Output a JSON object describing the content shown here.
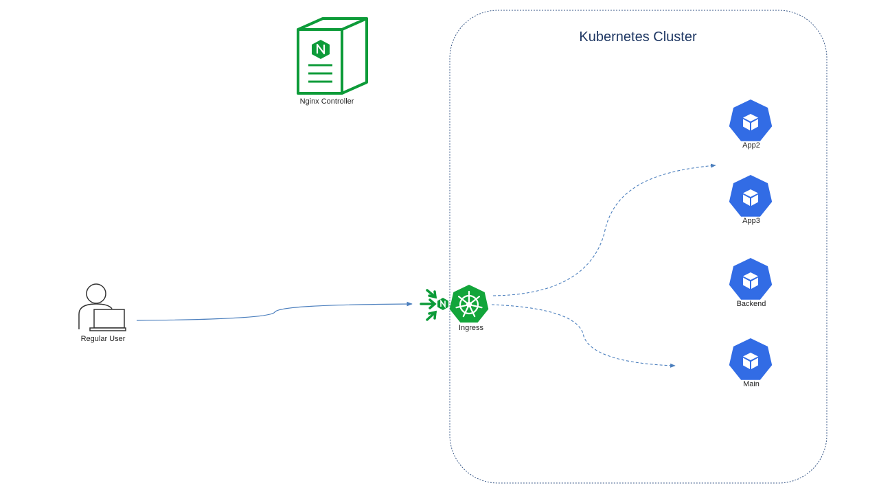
{
  "cluster": {
    "title": "Kubernetes Cluster"
  },
  "nodes": {
    "controller": {
      "label": "Nginx Controller"
    },
    "user": {
      "label": "Regular User"
    },
    "ingress": {
      "label": "Ingress"
    },
    "services": [
      {
        "label": "App2"
      },
      {
        "label": "App3"
      },
      {
        "label": "Backend"
      },
      {
        "label": "Main"
      }
    ]
  },
  "icons": {
    "controller": "nginx-server-icon",
    "user": "user-laptop-icon",
    "ingress": "kubernetes-helm-icon",
    "nginx_badge": "nginx-badge-icon",
    "service": "kubernetes-pod-icon"
  },
  "colors": {
    "nginx_green": "#0d9b39",
    "k8s_blue": "#326ce5",
    "ingress_green": "#12a53a",
    "arrow_blue": "#4a7ebd",
    "cluster_border": "#3b5a89",
    "title_navy": "#1f3864",
    "user_stroke": "#333333"
  }
}
